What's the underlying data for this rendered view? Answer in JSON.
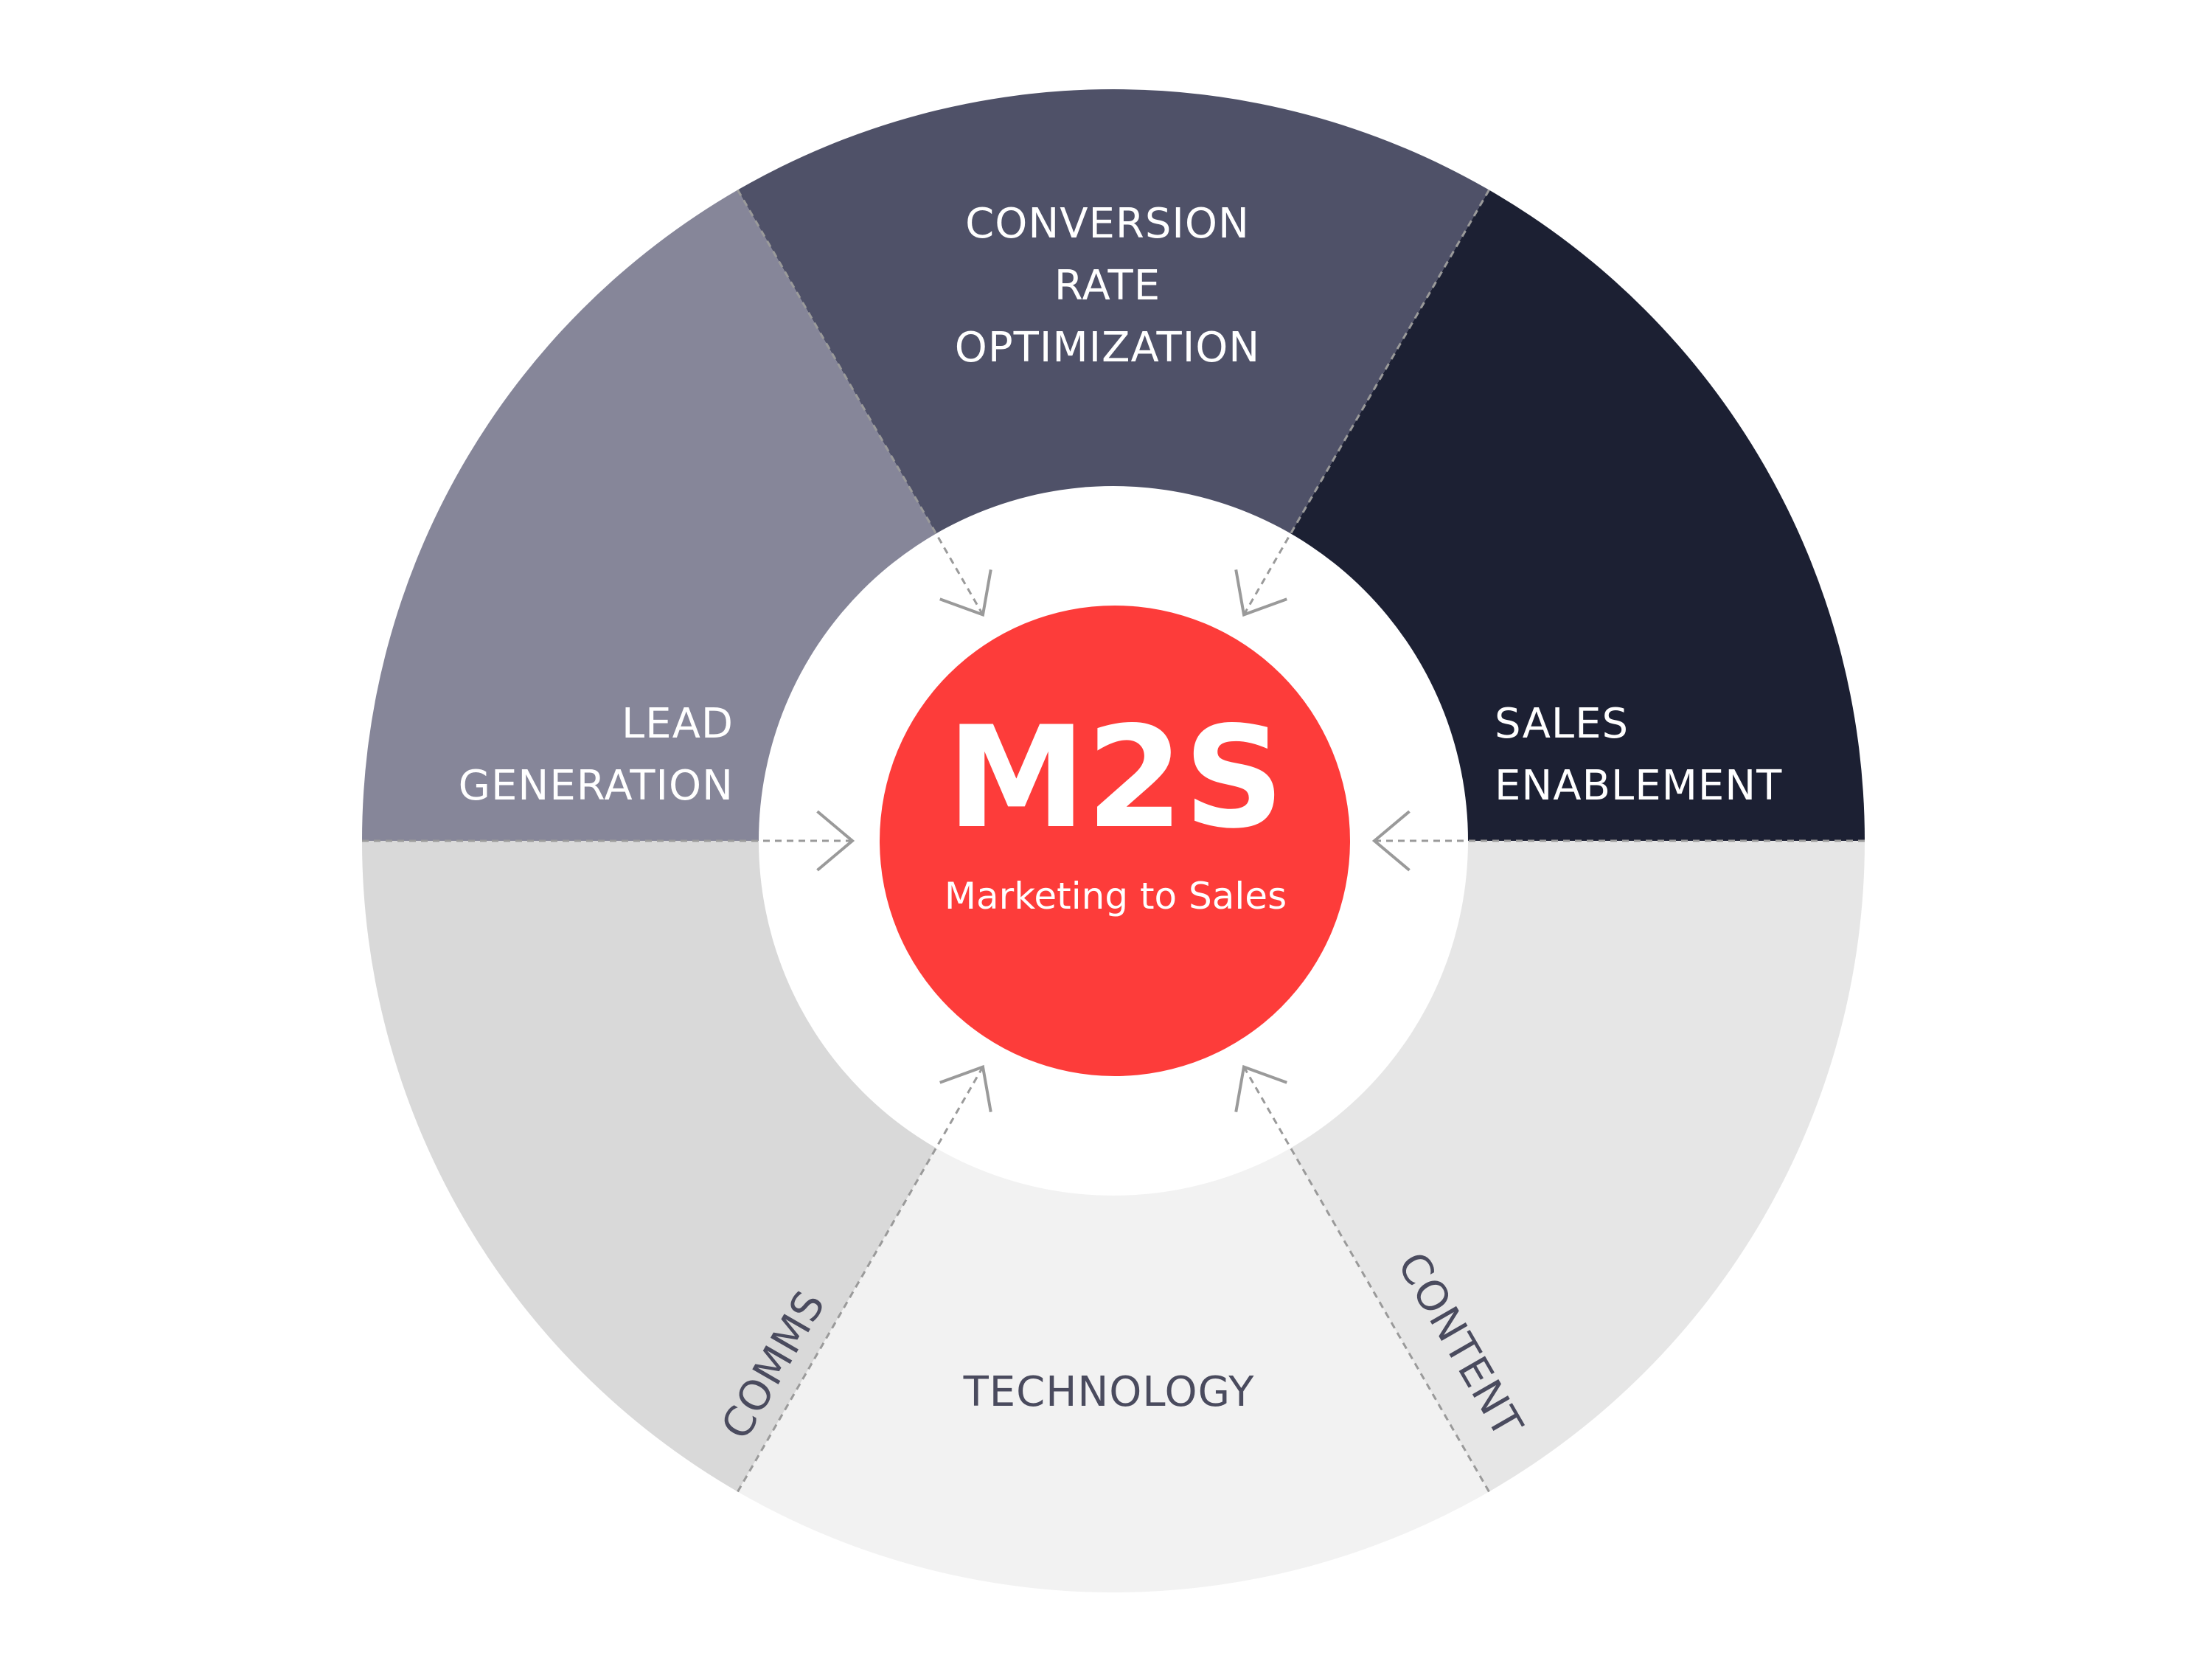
{
  "center": {
    "title": "M2S",
    "subtitle": "Marketing to Sales",
    "color": "#fd3c3a"
  },
  "segments": [
    {
      "id": "sales-enablement",
      "lines": [
        "SALES",
        "ENABLEMENT"
      ],
      "color": "#1c2033"
    },
    {
      "id": "conversion-rate-optimization",
      "lines": [
        "CONVERSION",
        "RATE",
        "OPTIMIZATION"
      ],
      "color": "#4f5168"
    },
    {
      "id": "lead-generation",
      "lines": [
        "LEAD",
        "GENERATION"
      ],
      "color": "#868699"
    },
    {
      "id": "comms",
      "lines": [
        "COMMS"
      ],
      "color": "#d9d9d9"
    },
    {
      "id": "technology",
      "lines": [
        "TECHNOLOGY"
      ],
      "color": "#f2f2f2"
    },
    {
      "id": "content",
      "lines": [
        "CONTENT"
      ],
      "color": "#e6e6e6"
    }
  ],
  "connector_color": "#9a9a9a"
}
